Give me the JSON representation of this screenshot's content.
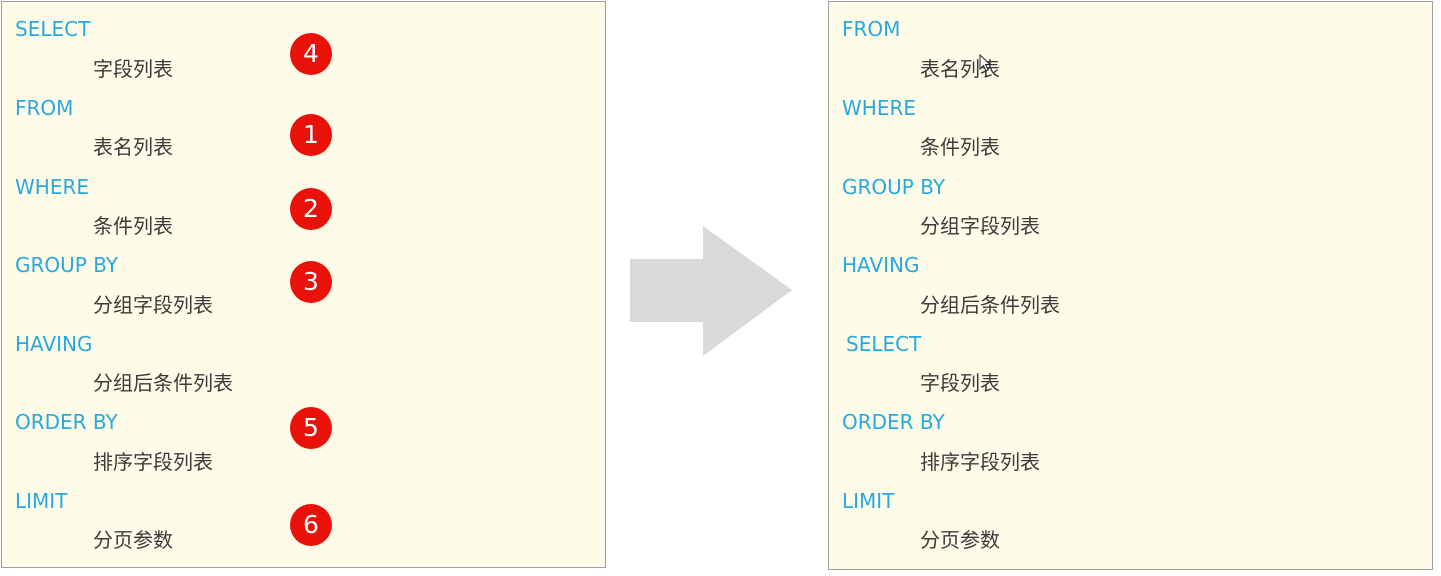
{
  "left_panel": {
    "items": [
      {
        "keyword": "SELECT",
        "value": "字段列表",
        "order": "4"
      },
      {
        "keyword": "FROM",
        "value": "表名列表",
        "order": "1"
      },
      {
        "keyword": "WHERE",
        "value": "条件列表",
        "order": "2"
      },
      {
        "keyword": "GROUP  BY",
        "value": "分组字段列表",
        "order": "3"
      },
      {
        "keyword": "HAVING",
        "value": "分组后条件列表",
        "order": ""
      },
      {
        "keyword": "ORDER BY",
        "value": "排序字段列表",
        "order": "5"
      },
      {
        "keyword": "LIMIT",
        "value": "分页参数",
        "order": "6"
      }
    ]
  },
  "right_panel": {
    "items": [
      {
        "keyword": "FROM",
        "value": "表名列表"
      },
      {
        "keyword": "WHERE",
        "value": "条件列表"
      },
      {
        "keyword": "GROUP  BY",
        "value": "分组字段列表"
      },
      {
        "keyword": "HAVING",
        "value": "分组后条件列表"
      },
      {
        "keyword": "SELECT",
        "value": "字段列表"
      },
      {
        "keyword": "ORDER BY",
        "value": "排序字段列表"
      },
      {
        "keyword": "LIMIT",
        "value": "分页参数"
      }
    ]
  },
  "colors": {
    "keyword": "#29a8e0",
    "value_text": "#3b3b3b",
    "panel_bg": "#fefce8",
    "badge": "#e8120a",
    "arrow": "#d9d9d9"
  },
  "icons": {
    "arrow": "right-arrow-icon",
    "cursor": "mouse-pointer-icon"
  }
}
